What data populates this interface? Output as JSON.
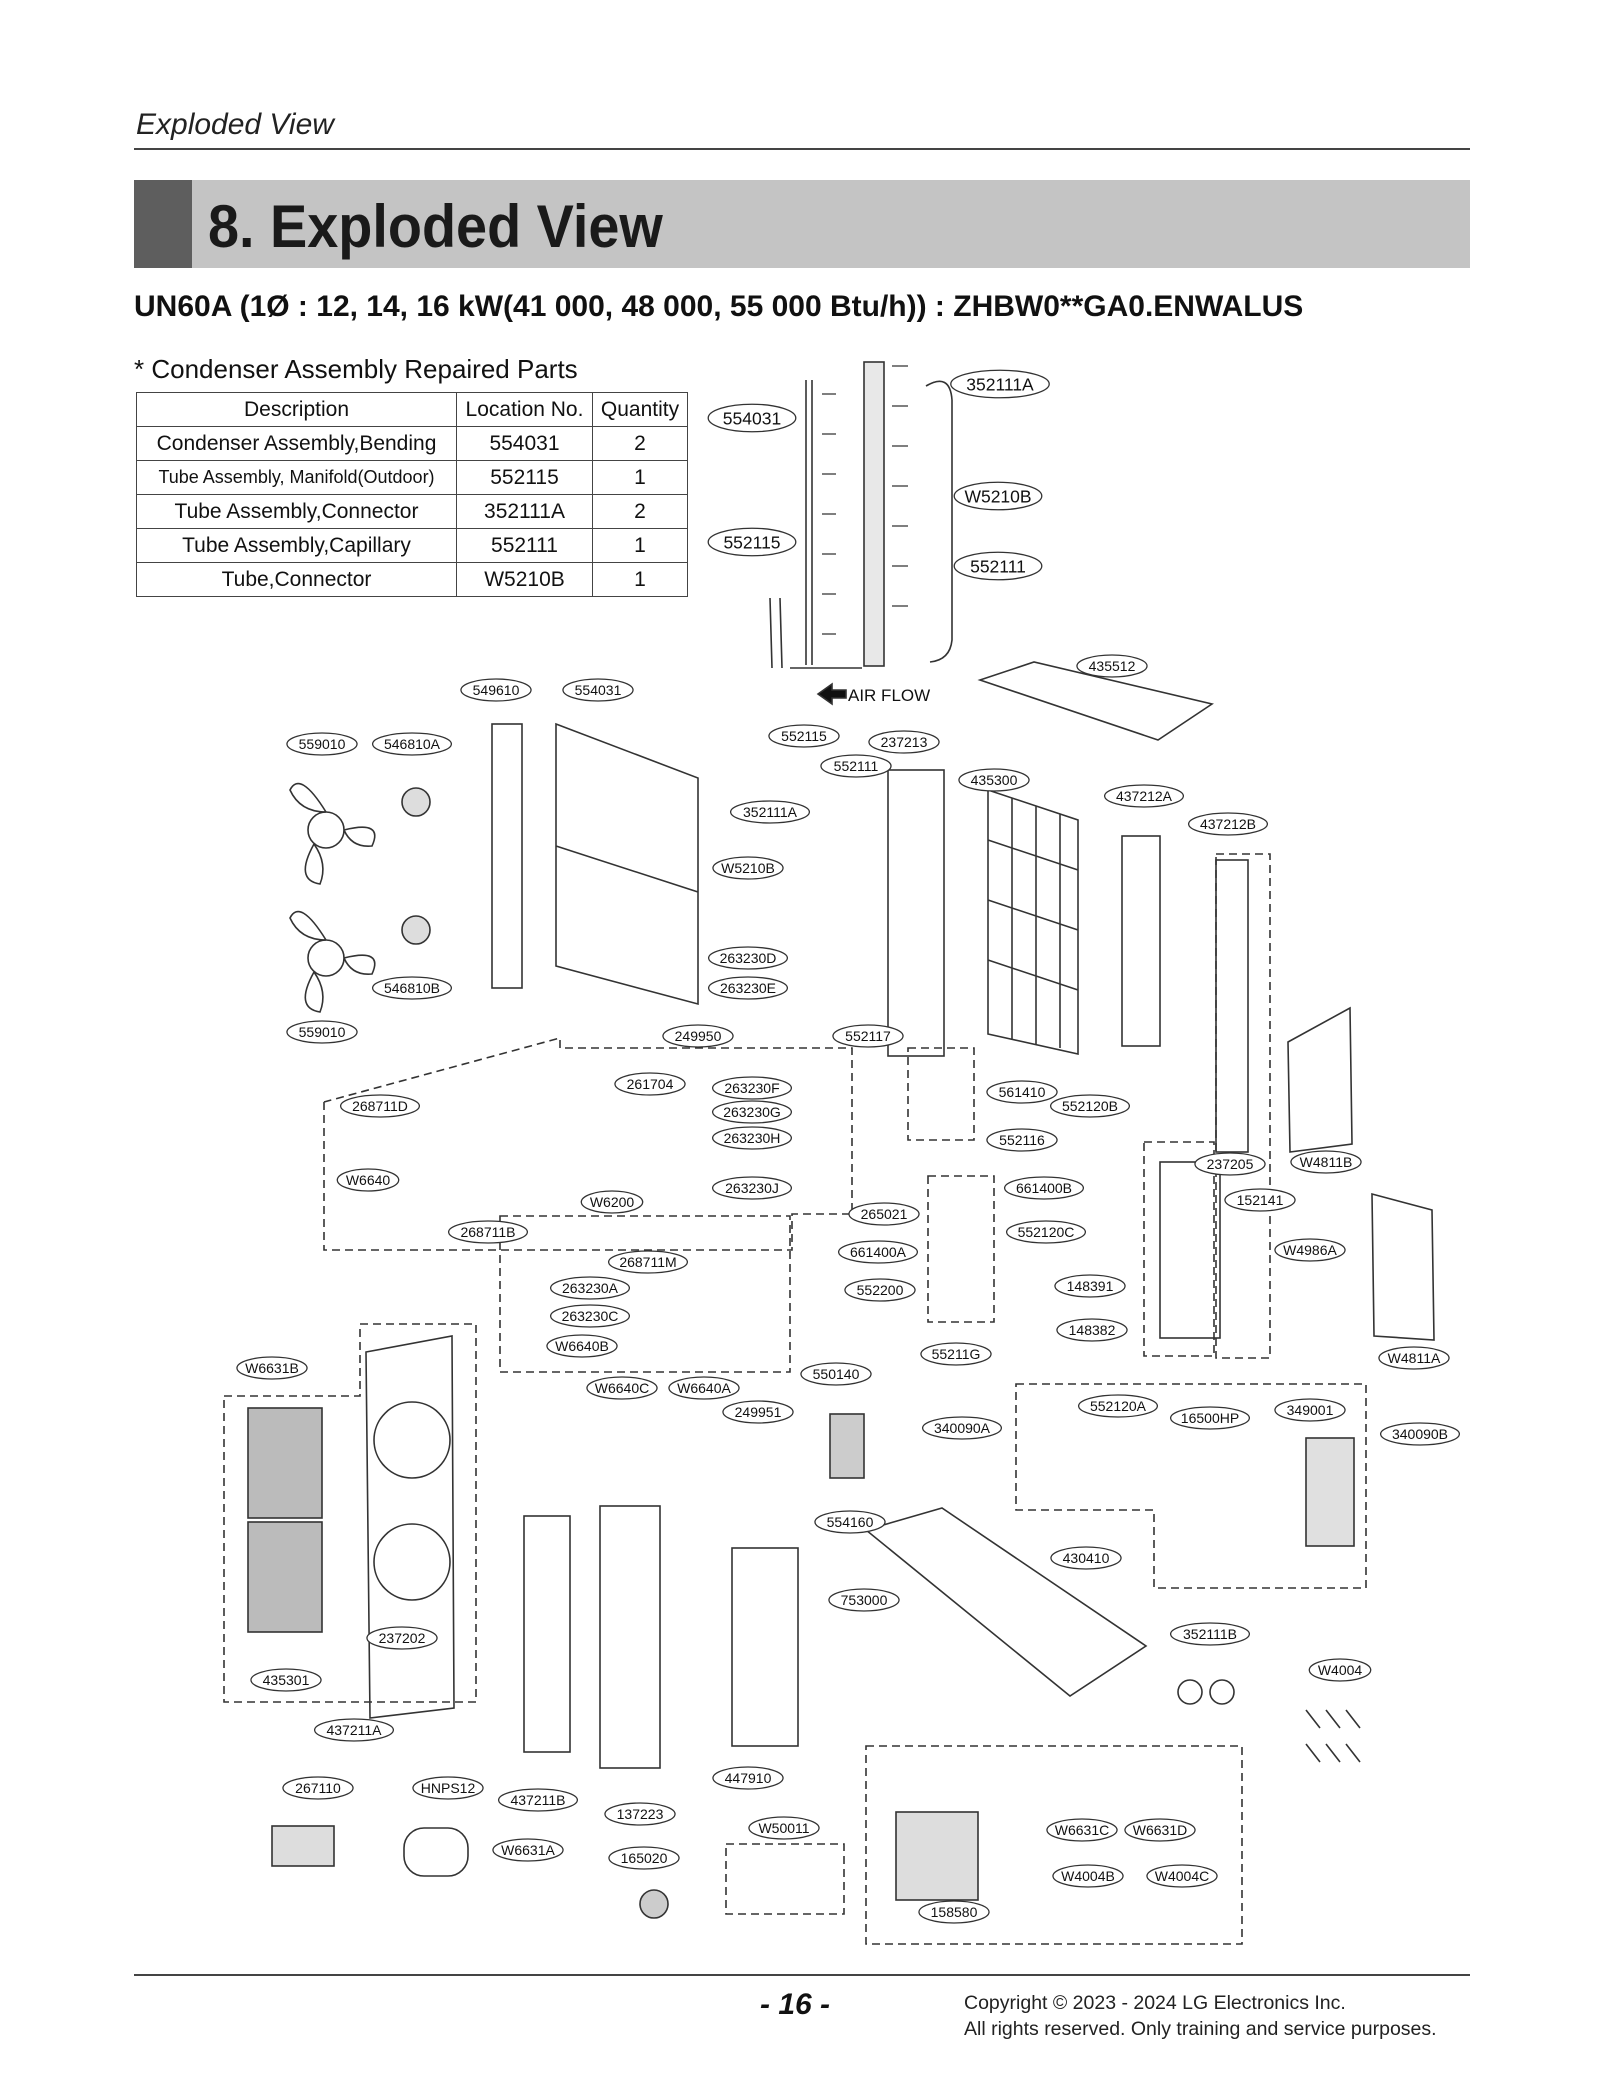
{
  "running_header": "Exploded View",
  "title": "8. Exploded View",
  "model_line": "UN60A (1Ø : 12, 14, 16 kW(41 000, 48 000, 55 000 Btu/h)) : ZHBW0**GA0.ENWALUS",
  "parts_table": {
    "caption": "* Condenser Assembly Repaired Parts",
    "headers": [
      "Description",
      "Location No.",
      "Quantity"
    ],
    "rows": [
      [
        "Condenser Assembly,Bending",
        "554031",
        "2"
      ],
      [
        "Tube Assembly, Manifold(Outdoor)",
        "552115",
        "1"
      ],
      [
        "Tube Assembly,Connector",
        "352111A",
        "2"
      ],
      [
        "Tube Assembly,Capillary",
        "552111",
        "1"
      ],
      [
        "Tube,Connector",
        "W5210B",
        "1"
      ]
    ]
  },
  "diagram": {
    "airflow_label": "AIR FLOW",
    "labels": [
      "352111A",
      "554031",
      "W5210B",
      "552115",
      "552111",
      "435512",
      "549610",
      "554031",
      "552115",
      "237213",
      "552111",
      "435300",
      "437212A",
      "437212B",
      "559010",
      "546810A",
      "352111A",
      "W5210B",
      "263230D",
      "263230E",
      "546810B",
      "559010",
      "249950",
      "552117",
      "561410",
      "552120B",
      "261704",
      "263230F",
      "263230G",
      "263230H",
      "268711D",
      "552116",
      "237205",
      "W4811B",
      "W6640",
      "263230J",
      "661400B",
      "152141",
      "W6200",
      "268711B",
      "265021",
      "552120C",
      "661400A",
      "W4986A",
      "268711M",
      "263230A",
      "263230C",
      "148391",
      "552200",
      "W6640B",
      "148382",
      "55211G",
      "W4811A",
      "W6631B",
      "550140",
      "W6640C",
      "W6640A",
      "249951",
      "552120A",
      "16500HP",
      "349001",
      "340090A",
      "340090B",
      "554160",
      "430410",
      "753000",
      "352111B",
      "237202",
      "W4004",
      "435301",
      "437211A",
      "447910",
      "267110",
      "HNPS12",
      "437211B",
      "137223",
      "W50011",
      "W6631C",
      "W6631D",
      "W6631A",
      "165020",
      "W4004B",
      "W4004C",
      "158580"
    ]
  },
  "footer": {
    "page_number": "- 16 -",
    "copyright_line1": "Copyright © 2023 - 2024 LG Electronics Inc.",
    "copyright_line2": "All rights reserved. Only training and service purposes."
  }
}
